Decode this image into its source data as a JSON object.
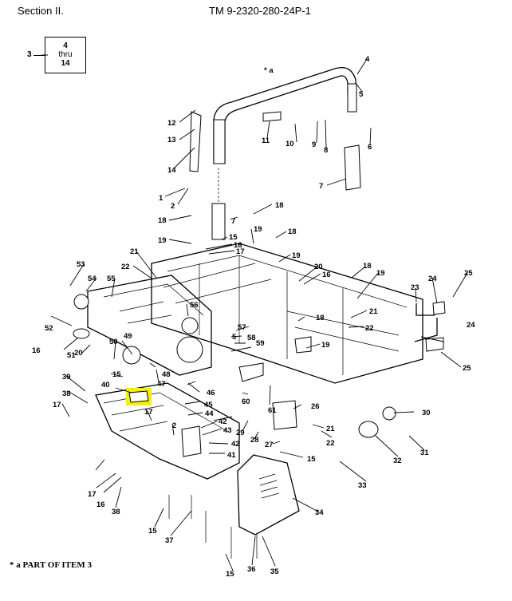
{
  "header": {
    "section": "Section II.",
    "manual": "TM 9-2320-280-24P-1"
  },
  "ref_box": {
    "ref": "3",
    "top": "4",
    "mid": "thru",
    "bottom": "14"
  },
  "star_label": "* a",
  "footnote": "* a  PART OF ITEM 3",
  "highlight": {
    "item": "40",
    "color": "#f5f000"
  },
  "callouts": [
    "1",
    "2",
    "3",
    "4",
    "5",
    "6",
    "7",
    "8",
    "9",
    "10",
    "11",
    "12",
    "13",
    "14",
    "15",
    "16",
    "17",
    "18",
    "19",
    "20",
    "21",
    "22",
    "23",
    "24",
    "25",
    "26",
    "27",
    "28",
    "29",
    "30",
    "31",
    "32",
    "33",
    "34",
    "35",
    "36",
    "37",
    "38",
    "39",
    "40",
    "41",
    "42",
    "43",
    "44",
    "45",
    "46",
    "47",
    "48",
    "49",
    "50",
    "51",
    "52",
    "53",
    "54",
    "55",
    "56",
    "57",
    "58",
    "59",
    "60",
    "61"
  ]
}
